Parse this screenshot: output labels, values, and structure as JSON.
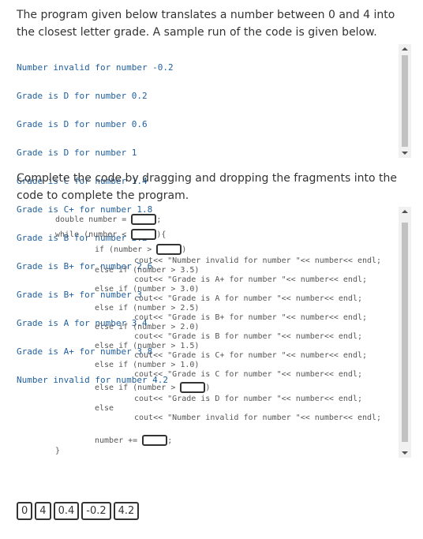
{
  "intro_text": "The program given below translates a number between 0 and 4 into the closest letter grade. A sample run of the code is given below.",
  "sample_output": [
    "Number invalid for number -0.2",
    "Grade is D for number 0.2",
    "Grade is D for number 0.6",
    "Grade is D for number 1",
    "Grade is C for number 1.4",
    "Grade is C+ for number 1.8",
    "Grade is B for number 2.2",
    "Grade is B+ for number 2.6",
    "Grade is B+ for number 3",
    "Grade is A for number 3.4",
    "Grade is A+ for number 3.8",
    "Number invalid for number 4.2"
  ],
  "instructions_text": "Complete the code by dragging and dropping the fragments into the code to complete the program.",
  "code": {
    "l1": "double number = ",
    "l1_end": ";",
    "l2": "while (number < ",
    "l2_end": "){",
    "l3": "if (number > ",
    "l3_end": ")",
    "l4": "cout<< \"Number invalid for number \"<< number<< endl;",
    "l5": "else if (number > 3.5)",
    "l6": "cout<< \"Grade is A+ for number \"<< number<< endl;",
    "l7": "else if (number > 3.0)",
    "l8": "cout<< \"Grade is A for number \"<< number<< endl;",
    "l9": "else if (number > 2.5)",
    "l10": "cout<< \"Grade is B+ for number \"<< number<< endl;",
    "l11": "else if (number > 2.0)",
    "l12": "cout<< \"Grade is B for number \"<< number<< endl;",
    "l13": "else if (number > 1.5)",
    "l14": "cout<< \"Grade is C+ for number \"<< number<< endl;",
    "l15": "else if (number > 1.0)",
    "l16": "cout<< \"Grade is C for number \"<< number<< endl;",
    "l17": "else if (number > ",
    "l17_end": ")",
    "l18": "cout<< \"Grade is D for number \"<< number<< endl;",
    "l19": "else",
    "l20": "cout<< \"Number invalid for number \"<< number<< endl;",
    "l21": "number += ",
    "l21_end": ";",
    "l22": "}"
  },
  "fragments": [
    "0",
    "4",
    "0.4",
    "-0.2",
    "4.2"
  ]
}
